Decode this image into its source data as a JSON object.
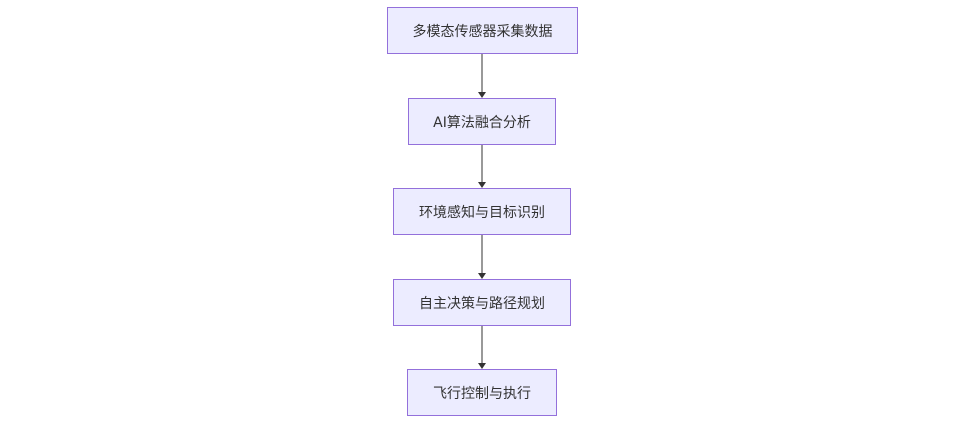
{
  "flowchart": {
    "nodes": [
      {
        "id": "n1",
        "label": "多模态传感器采集数据"
      },
      {
        "id": "n2",
        "label": "AI算法融合分析"
      },
      {
        "id": "n3",
        "label": "环境感知与目标识别"
      },
      {
        "id": "n4",
        "label": "自主决策与路径规划"
      },
      {
        "id": "n5",
        "label": "飞行控制与执行"
      }
    ],
    "edges": [
      {
        "from": "n1",
        "to": "n2"
      },
      {
        "from": "n2",
        "to": "n3"
      },
      {
        "from": "n3",
        "to": "n4"
      },
      {
        "from": "n4",
        "to": "n5"
      }
    ],
    "colors": {
      "node_fill": "#ececff",
      "node_border": "#9370db",
      "text": "#333333",
      "edge": "#333333"
    }
  }
}
